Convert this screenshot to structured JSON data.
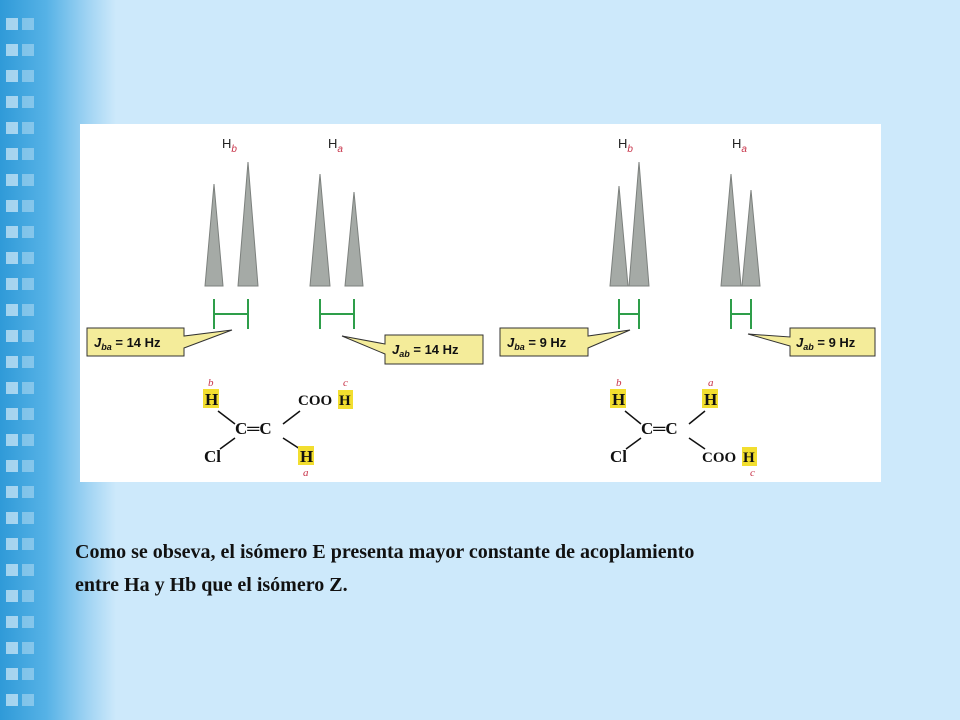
{
  "colors": {
    "background": "#cde9fb",
    "band": "#2f9ad8",
    "figure_bg": "#ffffff",
    "peak_fill": "#a5aaa6",
    "coupling_line": "#2e9e4a",
    "callout_fill": "#f4ec9a",
    "h_highlight": "#f2de2f",
    "subscript_red": "#c8344a"
  },
  "left_panel": {
    "peak_label_b": {
      "letter": "H",
      "sub": "b"
    },
    "peak_label_a": {
      "letter": "H",
      "sub": "a"
    },
    "callout_ba": {
      "j": "J",
      "sub": "ba",
      "text": " = 14 Hz"
    },
    "callout_ab": {
      "j": "J",
      "sub": "ab",
      "text": " = 14 Hz"
    },
    "molecule": {
      "h_top": "H",
      "h_top_label": "b",
      "cooh": "COO",
      "cooh_h": "H",
      "cooh_label": "c",
      "cc": "C═C",
      "cl": "Cl",
      "h_bottom": "H",
      "h_bottom_label": "a"
    }
  },
  "right_panel": {
    "peak_label_b": {
      "letter": "H",
      "sub": "b"
    },
    "peak_label_a": {
      "letter": "H",
      "sub": "a"
    },
    "callout_ba": {
      "j": "J",
      "sub": "ba",
      "text": " = 9 Hz"
    },
    "callout_ab": {
      "j": "J",
      "sub": "ab",
      "text": " = 9 Hz"
    },
    "molecule": {
      "h_left": "H",
      "h_left_label": "b",
      "h_right": "H",
      "h_right_label": "a",
      "cc": "C═C",
      "cl": "Cl",
      "cooh": "COO",
      "cooh_h": "H",
      "cooh_label": "c"
    }
  },
  "caption": {
    "line1": "Como se obseva, el isómero E presenta mayor constante de acoplamiento",
    "line2": "entre Ha y Hb que el isómero Z."
  }
}
